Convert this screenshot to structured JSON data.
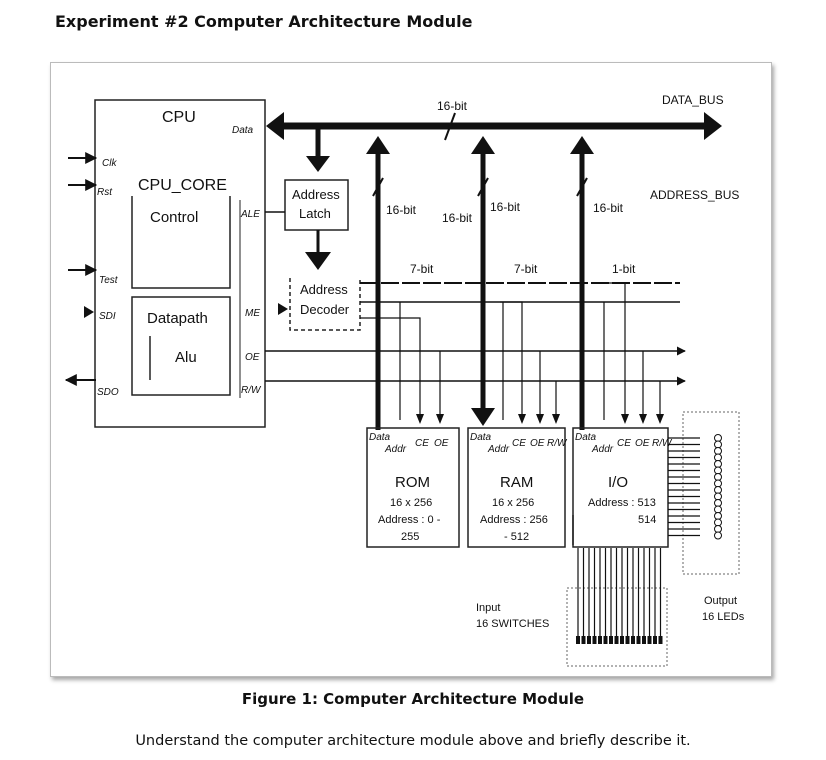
{
  "document": {
    "title": "Experiment #2 Computer Architecture Module",
    "caption": "Figure 1: Computer Architecture Module",
    "instruction": "Understand the computer architecture module above and briefly describe it."
  },
  "diagram": {
    "cpu": {
      "title": "CPU",
      "core_label": "CPU_CORE",
      "control_label": "Control",
      "datapath_label": "Datapath",
      "alu_label": "Alu",
      "inputs": [
        "Clk",
        "Rst",
        "Test",
        "SDI"
      ],
      "output": "SDO",
      "ports": [
        "Data",
        "ALE",
        "ME",
        "OE",
        "R/W"
      ]
    },
    "address_latch": [
      "Address",
      "Latch"
    ],
    "address_decoder": [
      "Address",
      "Decoder"
    ],
    "buses": {
      "data_bus": "DATA_BUS",
      "address_bus": "ADDRESS_BUS",
      "bus_width_top": "16-bit",
      "widths": [
        "16-bit",
        "16-bit",
        "16-bit",
        "16-bit"
      ],
      "decoder_widths": [
        "7-bit",
        "7-bit",
        "1-bit"
      ]
    },
    "rom": {
      "name": "ROM",
      "size": "16 x 256",
      "address_line1": "Address : 0 -",
      "address_line2": "255",
      "pins": [
        "Data",
        "Addr",
        "CE",
        "OE"
      ]
    },
    "ram": {
      "name": "RAM",
      "size": "16 x 256",
      "address_line1": "Address : 256",
      "address_line2": "- 512",
      "pins": [
        "Data",
        "Addr",
        "CE",
        "OE",
        "R/W"
      ]
    },
    "io": {
      "name": "I/O",
      "address_line1": "Address : 513",
      "address_line2": "514",
      "pins": [
        "Data",
        "Addr",
        "CE",
        "OE",
        "R/W"
      ]
    },
    "input_label": [
      "Input",
      "16 SWITCHES"
    ],
    "output_label": [
      "Output",
      "16 LEDs"
    ]
  }
}
